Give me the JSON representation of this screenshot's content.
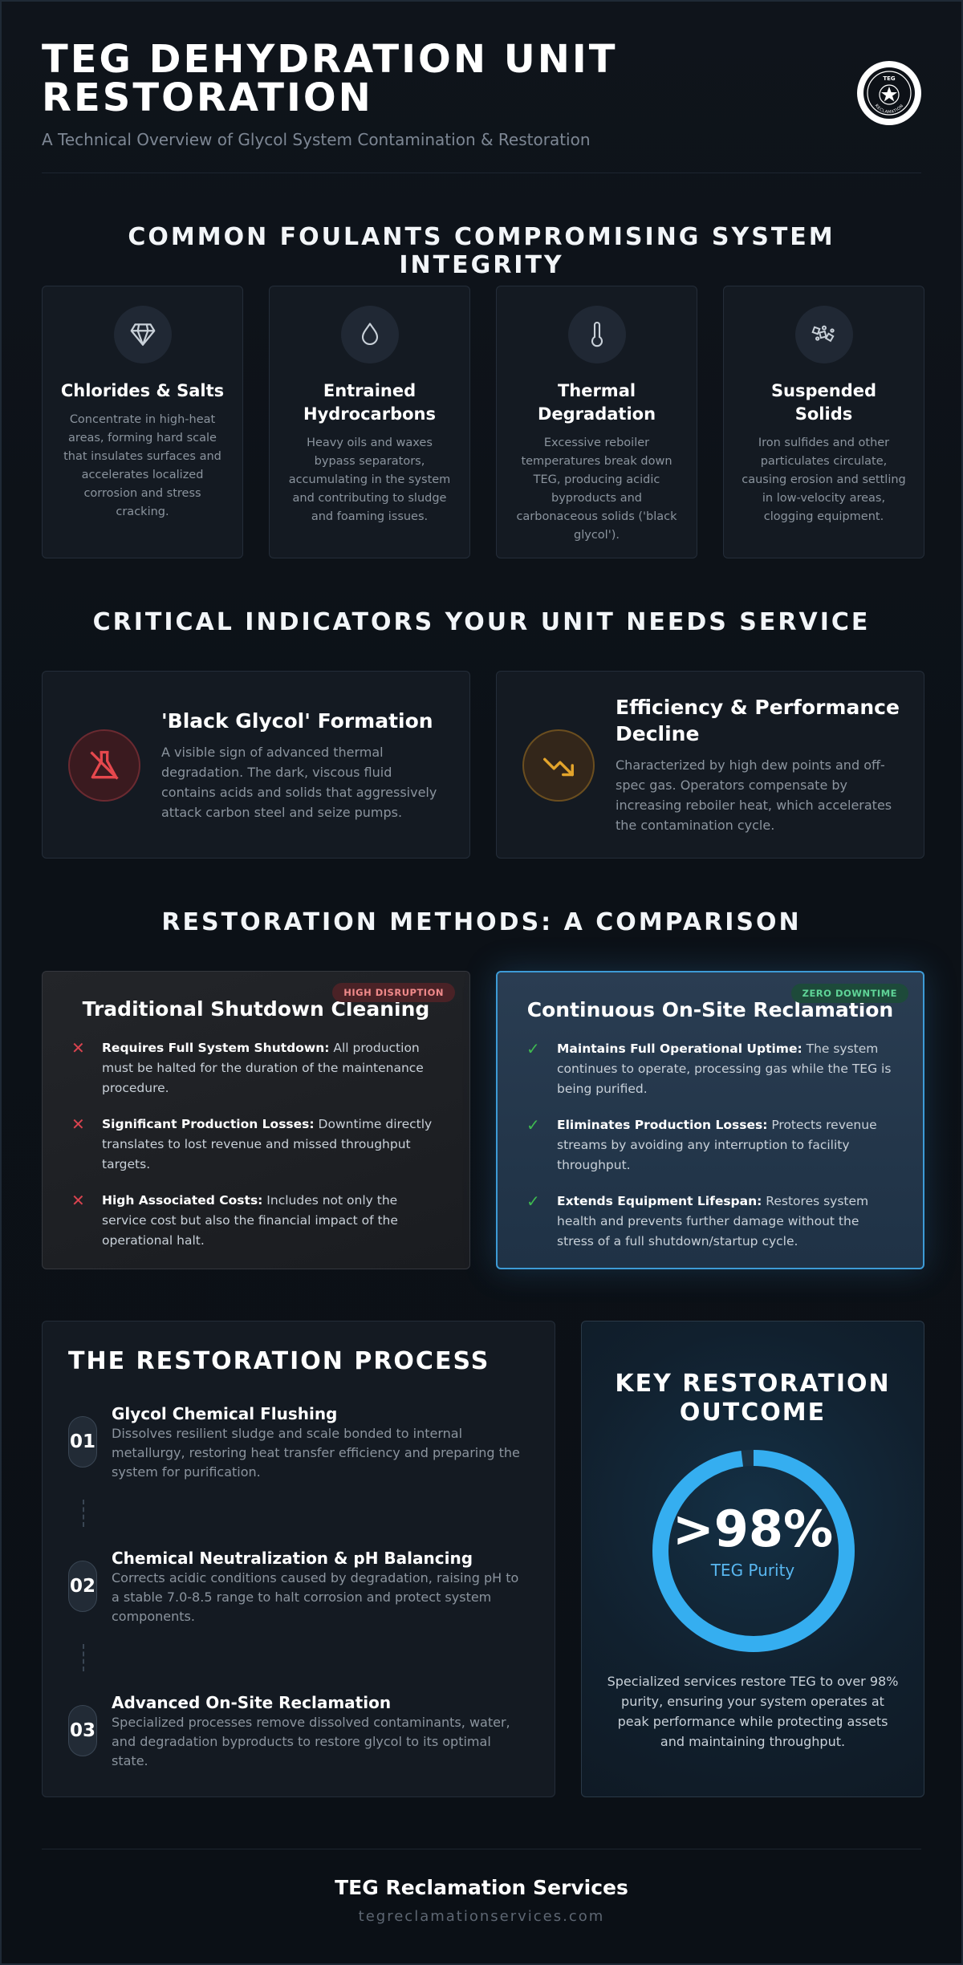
{
  "header": {
    "title": "TEG DEHYDRATION UNIT RESTORATION",
    "subtitle": "A Technical Overview of Glycol System Contamination & Restoration",
    "logo_top": "TEG",
    "logo_bottom": "RECLAMATION"
  },
  "foulants": {
    "section_title": "COMMON FOULANTS COMPROMISING SYSTEM INTEGRITY",
    "items": [
      {
        "icon": "gem-icon",
        "title": "Chlorides & Salts",
        "desc": "Concentrate in high-heat areas, forming hard scale that insulates surfaces and accelerates localized corrosion and stress cracking."
      },
      {
        "icon": "droplet-icon",
        "title": "Entrained Hydrocarbons",
        "desc": "Heavy oils and waxes bypass separators, accumulating in the system and contributing to sludge and foaming issues."
      },
      {
        "icon": "thermometer-icon",
        "title": "Thermal Degradation",
        "desc": "Excessive reboiler temperatures break down TEG, producing acidic byproducts and carbonaceous solids ('black glycol')."
      },
      {
        "icon": "particles-icon",
        "title": "Suspended Solids",
        "desc": "Iron sulfides and other particulates circulate, causing erosion and settling in low-velocity areas, clogging equipment."
      }
    ]
  },
  "indicators": {
    "section_title": "CRITICAL INDICATORS YOUR UNIT NEEDS SERVICE",
    "items": [
      {
        "icon": "flask-off-icon",
        "title": "'Black Glycol' Formation",
        "desc": "A visible sign of advanced thermal degradation. The dark, viscous fluid contains acids and solids that aggressively attack carbon steel and seize pumps.",
        "color": "#d9434f"
      },
      {
        "icon": "trend-down-icon",
        "title": "Efficiency & Performance Decline",
        "desc": "Characterized by high dew points and off-spec gas. Operators compensate by increasing reboiler heat, which accelerates the contamination cycle.",
        "color": "#e3a42b"
      }
    ]
  },
  "comparison": {
    "section_title": "RESTORATION METHODS: A COMPARISON",
    "traditional": {
      "badge": "HIGH DISRUPTION",
      "title": "Traditional Shutdown Cleaning",
      "items": [
        {
          "bold": "Requires Full System Shutdown:",
          "text": " All production must be halted for the duration of the maintenance procedure."
        },
        {
          "bold": "Significant Production Losses:",
          "text": " Downtime directly translates to lost revenue and missed throughput targets."
        },
        {
          "bold": "High Associated Costs:",
          "text": " Includes not only the service cost but also the financial impact of the operational halt."
        }
      ]
    },
    "continuous": {
      "badge": "ZERO DOWNTIME",
      "title": "Continuous On-Site Reclamation",
      "items": [
        {
          "bold": "Maintains Full Operational Uptime:",
          "text": " The system continues to operate, processing gas while the TEG is being purified."
        },
        {
          "bold": "Eliminates Production Losses:",
          "text": " Protects revenue streams by avoiding any interruption to facility throughput."
        },
        {
          "bold": "Extends Equipment Lifespan:",
          "text": " Restores system health and prevents further damage without the stress of a full shutdown/startup cycle."
        }
      ]
    }
  },
  "process": {
    "title": "THE RESTORATION PROCESS",
    "steps": [
      {
        "num": "01",
        "title": "Glycol Chemical Flushing",
        "desc": "Dissolves resilient sludge and scale bonded to internal metallurgy, restoring heat transfer efficiency and preparing the system for purification."
      },
      {
        "num": "02",
        "title": "Chemical Neutralization & pH Balancing",
        "desc": "Corrects acidic conditions caused by degradation, raising pH to a stable 7.0-8.5 range to halt corrosion and protect system components."
      },
      {
        "num": "03",
        "title": "Advanced On-Site Reclamation",
        "desc": "Specialized processes remove dissolved contaminants, water, and degradation byproducts to restore glycol to its optimal state."
      }
    ]
  },
  "outcome": {
    "title": "KEY RESTORATION OUTCOME",
    "value": ">98%",
    "label": "TEG Purity",
    "fill_percent": 98,
    "ring_color": "#35aef0",
    "desc": "Specialized services restore TEG to over 98% purity, ensuring your system operates at peak performance while protecting assets and maintaining throughput."
  },
  "footer": {
    "name": "TEG Reclamation Services",
    "url": "tegreclamationservices.com"
  }
}
